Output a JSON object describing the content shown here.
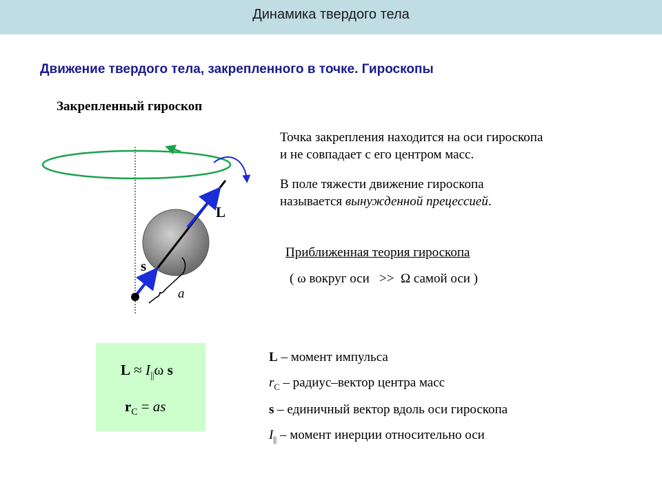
{
  "header": {
    "title": "Динамика твердого тела"
  },
  "subtitle": "Движение твердого тела, закрепленного в точке. Гироскопы",
  "section_heading": "Закрепленный гироскоп",
  "paragraphs": {
    "p1_line1": "Точка закрепления находится на оси гироскопа",
    "p1_line2": "и не совпадает с его центром масс.",
    "p2_line1": "В поле тяжести движение гироскопа",
    "p2_prefix": "называется ",
    "p2_emph": "вынужденной прецессией",
    "p2_suffix": "."
  },
  "theory": {
    "title": "Приближенная теория гироскопа",
    "condition": "( ω вокруг оси   >>  Ω самой оси )"
  },
  "diagram_labels": {
    "L": "L",
    "s": "s",
    "a": "a"
  },
  "formulas": {
    "f1_L": "L",
    "f1_approx": " ≈ ",
    "f1_I": "I",
    "f1_I_sub": "||",
    "f1_omega": "ω",
    "f1_s": " s",
    "f2_r": "r",
    "f2_r_sub": "C",
    "f2_eq": " = ",
    "f2_rhs": "as"
  },
  "legend": {
    "l1_sym": "L",
    "l1_text": " – момент импульса",
    "l2_sym": "r",
    "l2_sub": "C",
    "l2_text": " – радиус–вектор центра масс",
    "l3_sym": "s",
    "l3_text": " – единичный вектор вдоль оси гироскопа",
    "l4_sym": "I",
    "l4_sub": "||",
    "l4_text": " – момент инерции относительно оси"
  },
  "colors": {
    "header_bg": "#bfdde3",
    "subtitle": "#1a1a8f",
    "formula_bg": "#ccffcc",
    "vector_blue": "#1a2dd6",
    "ellipse_green": "#1aa34a"
  }
}
